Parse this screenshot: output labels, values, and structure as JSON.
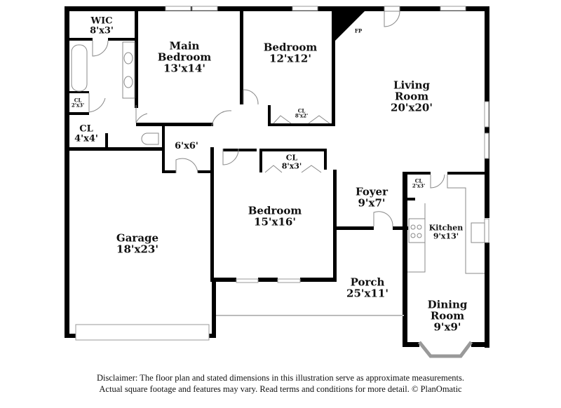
{
  "rooms": {
    "wic": {
      "name": "WIC",
      "dim": "8'x3'"
    },
    "main_bedroom": {
      "name1": "Main",
      "name2": "Bedroom",
      "dim": "13'x14'"
    },
    "bedroom_2": {
      "name": "Bedroom",
      "dim": "12'x12'"
    },
    "closet_bed2": {
      "name": "CL",
      "dim": "8'x2'"
    },
    "living_room": {
      "name1": "Living",
      "name2": "Room",
      "dim": "20'x20'"
    },
    "fireplace": {
      "name": "FP"
    },
    "closet_bath": {
      "name": "CL",
      "dim": "2'x3'"
    },
    "closet_4x4": {
      "name": "CL",
      "dim": "4'x4'"
    },
    "hall": {
      "dim": "6'x6'"
    },
    "closet_bed3": {
      "name": "CL",
      "dim": "8'x3'"
    },
    "bedroom_3": {
      "name": "Bedroom",
      "dim": "15'x16'"
    },
    "foyer": {
      "name": "Foyer",
      "dim": "9'x7'"
    },
    "closet_kitchen": {
      "name": "CL",
      "dim": "2'x3'"
    },
    "kitchen": {
      "name": "Kitchen",
      "dim": "9'x13'"
    },
    "garage": {
      "name": "Garage",
      "dim": "18'x23'"
    },
    "porch": {
      "name": "Porch",
      "dim": "25'x11'"
    },
    "dining_room": {
      "name1": "Dining",
      "name2": "Room",
      "dim": "9'x9'"
    }
  },
  "disclaimer": {
    "line1": "Disclaimer: The floor plan and stated dimensions in this illustration serve as approximate measurements.",
    "line2": "Actual square footage and features may vary. Read terms and conditions for more detail. © PlanOmatic"
  },
  "colors": {
    "wall": "#000000",
    "window": "#cccccc",
    "fixture": "#999999"
  }
}
